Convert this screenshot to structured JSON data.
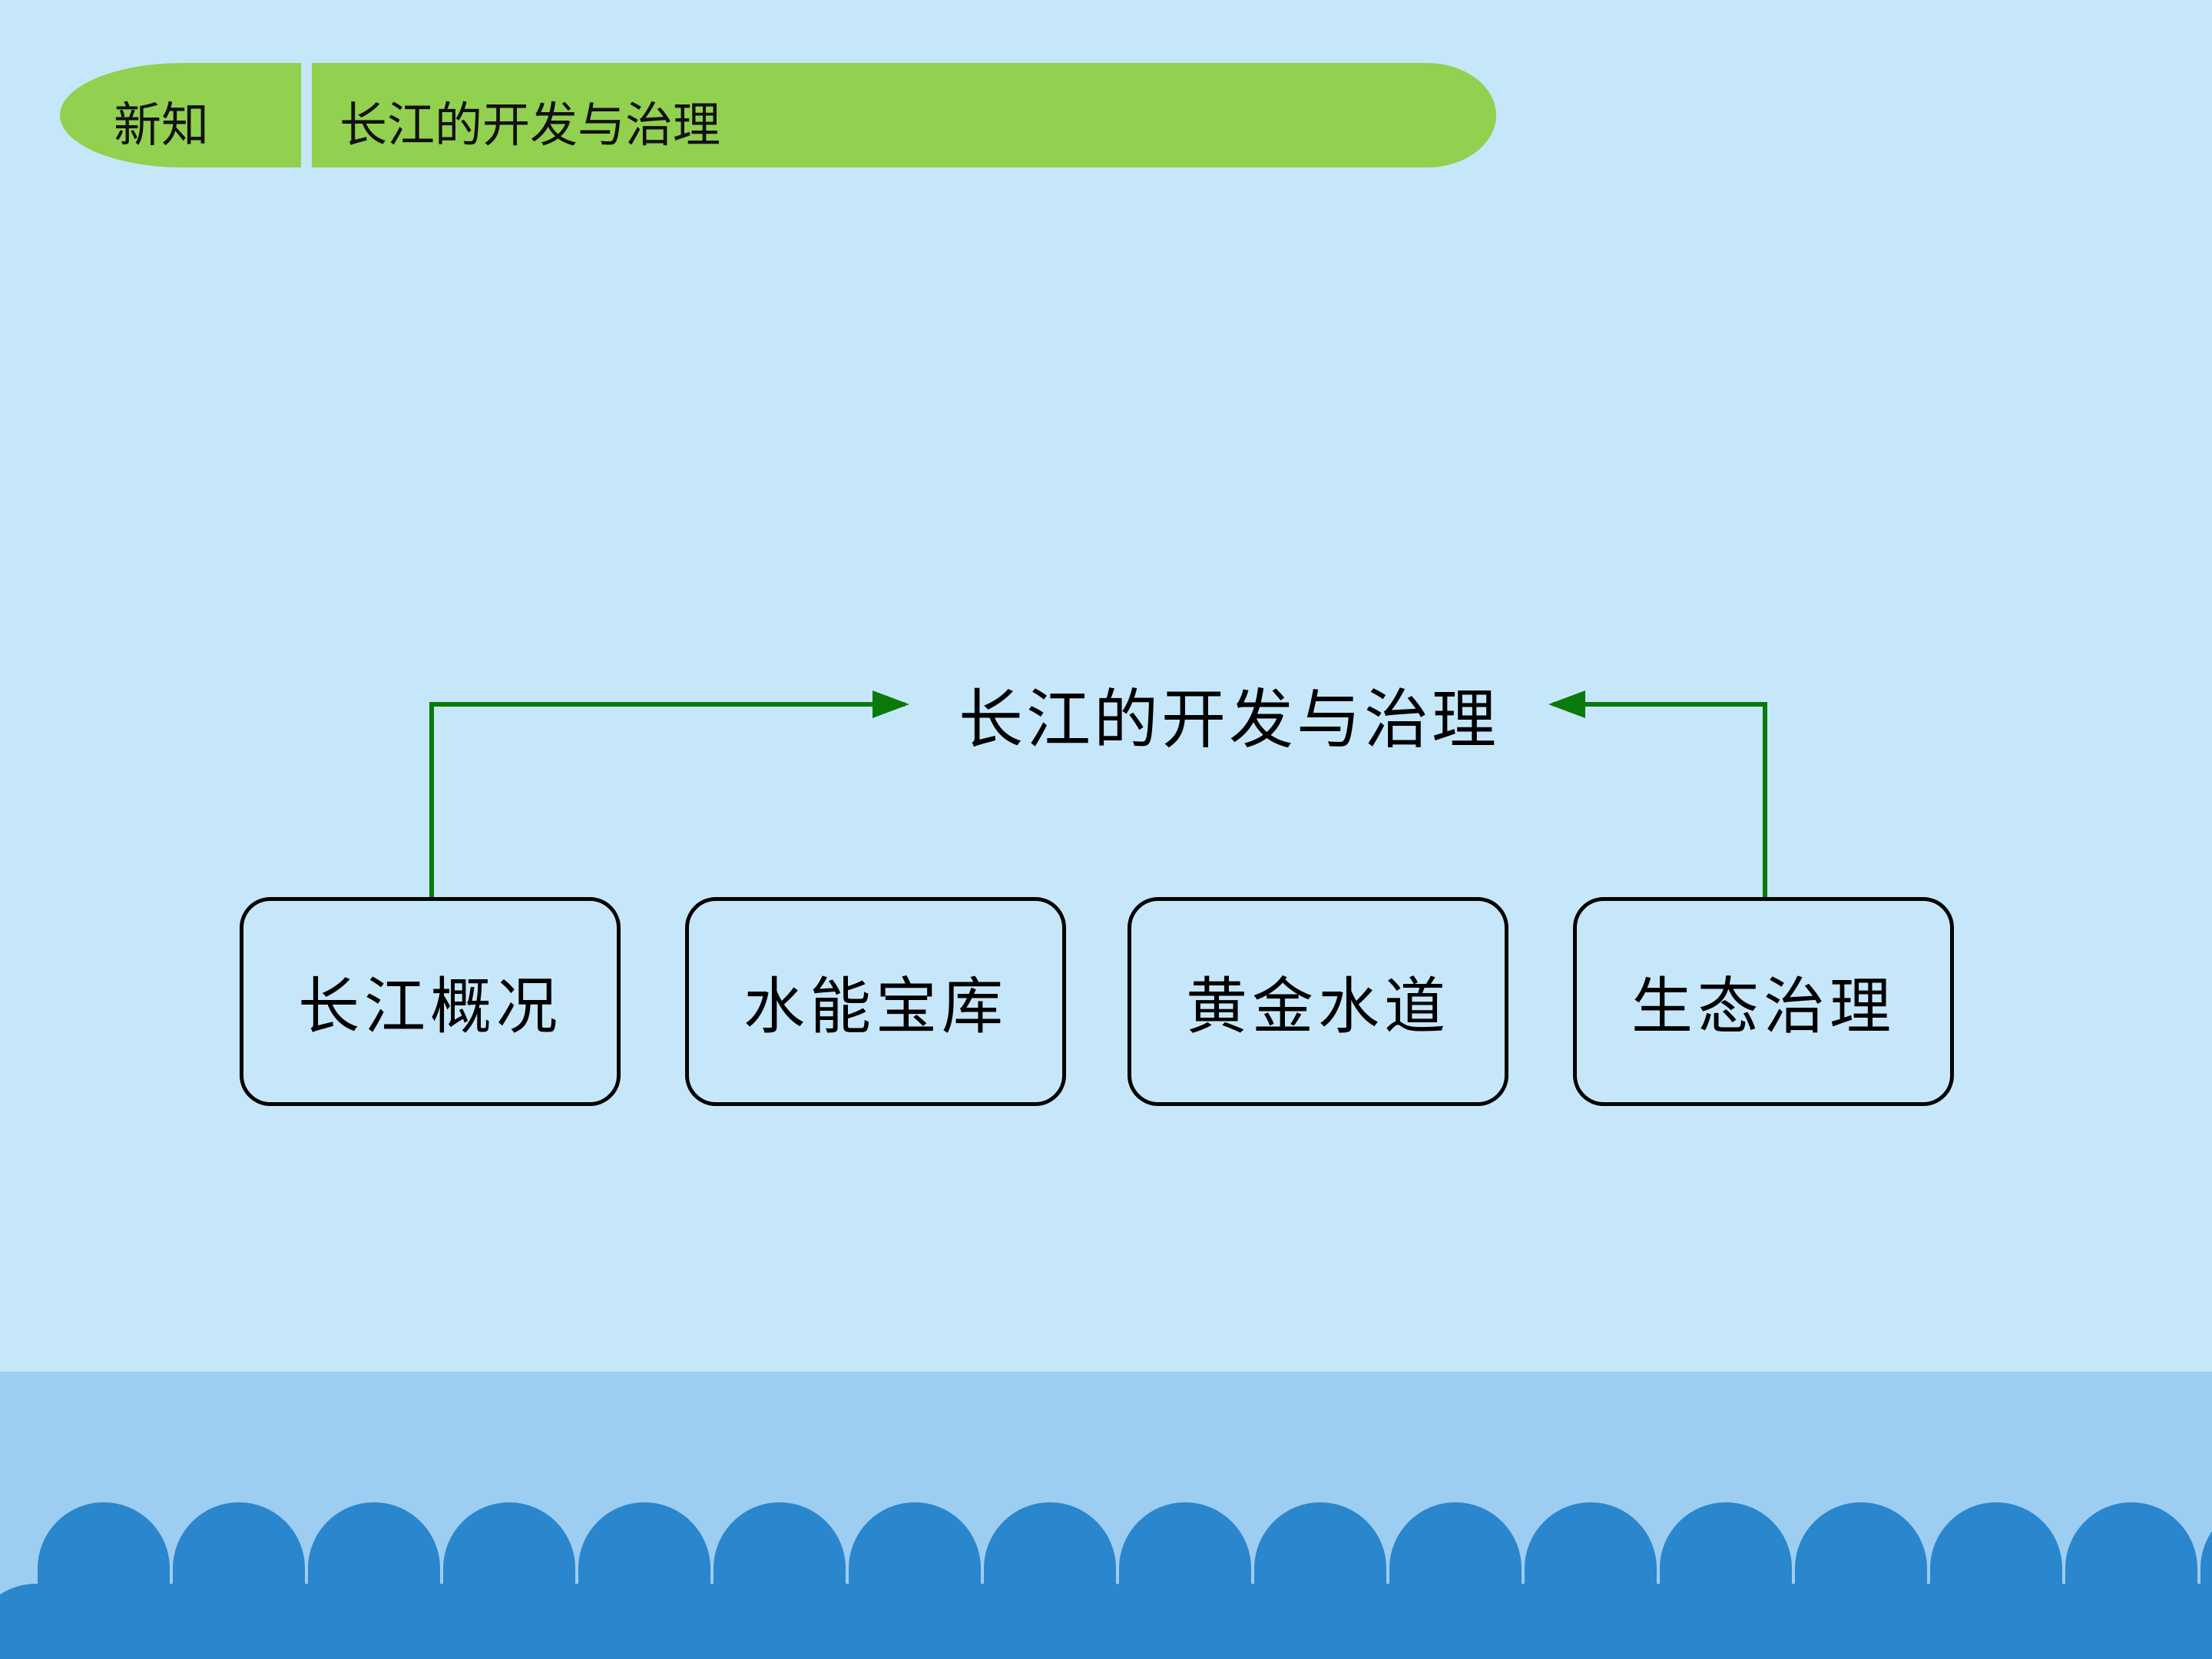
{
  "header": {
    "tag": "新知",
    "title": "长江的开发与治理"
  },
  "diagram": {
    "title": "长江的开发与治理",
    "boxes": [
      "长江概况",
      "水能宝库",
      "黄金水道",
      "生态治理"
    ]
  },
  "colors": {
    "background": "#c6e7f9",
    "header_bar": "#92d050",
    "connector": "#0a7a0a",
    "sea_light": "#9dcdf1",
    "waves": "#2a86cd"
  }
}
